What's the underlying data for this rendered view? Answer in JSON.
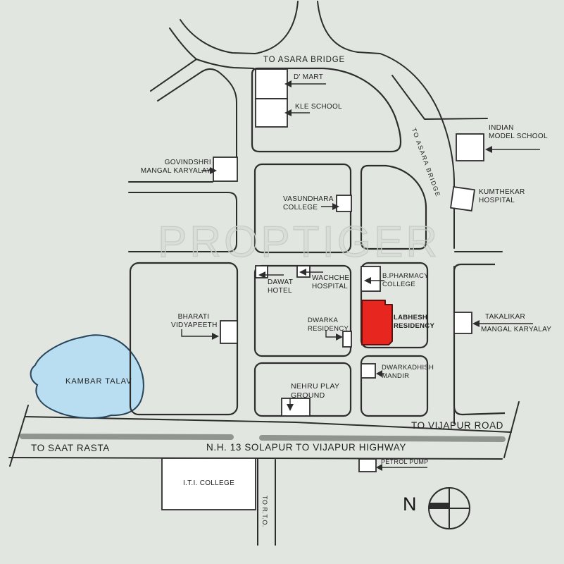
{
  "map": {
    "watermark": "PROPTIGER",
    "compass": {
      "north_letter": "N"
    },
    "labels": {
      "to_asara_bridge_top": "TO ASARA BRIDGE",
      "to_asara_bridge_diagonal": "TO ASARA BRIDGE",
      "dmart": "D' MART",
      "kle_school": "KLE SCHOOL",
      "govindshri_1": "GOVINDSHRI",
      "govindshri_2": "MANGAL KARYALAY",
      "indian_model_1": "INDIAN",
      "indian_model_2": "MODEL SCHOOL",
      "kumthekar_1": "KUMTHEKAR",
      "kumthekar_2": "HOSPITAL",
      "vasundhara_1": "VASUNDHARA",
      "vasundhara_2": "COLLEGE",
      "dawat_1": "DAWAT",
      "dawat_2": "HOTEL",
      "wachche_1": "WACHCHE",
      "wachche_2": "HOSPITAL",
      "bpharmacy_1": "B.PHARMACY",
      "bpharmacy_2": "COLLEGE",
      "labhesh_1": "LABHESH",
      "labhesh_2": "RESIDENCY",
      "dwarka_1": "DWARKA",
      "dwarka_2": "RESIDENCY",
      "bharati_1": "BHARATI",
      "bharati_2": "VIDYAPEETH",
      "takalikar_1": "TAKALIKAR",
      "takalikar_2": "MANGAL KARYALAY",
      "dwarkadhish_1": "DWARKADHISH",
      "dwarkadhish_2": "MANDIR",
      "kambar_talav": "KAMBAR TALAV",
      "nehru_1": "NEHRU PLAY",
      "nehru_2": "GROUND",
      "to_vijapur_road": "TO VIJAPUR ROAD",
      "to_saat_rasta": "TO SAAT RASTA",
      "nh13": "N.H. 13 SOLAPUR TO VIJAPUR HIGHWAY",
      "petrol_pump": "PETROL PUMP",
      "iti_college": "I.T.I. COLLEGE",
      "to_rto": "TO R.T.O."
    },
    "colors": {
      "background": "#e2e6e1",
      "line": "#2d2d2d",
      "highlight_red": "#e6261f",
      "lake_fill": "#b9def1",
      "lake_outline": "#27455c",
      "median_gray": "#90958f",
      "watermark_gray": "#c8ccc7",
      "poi_box": "#ffffff"
    }
  }
}
